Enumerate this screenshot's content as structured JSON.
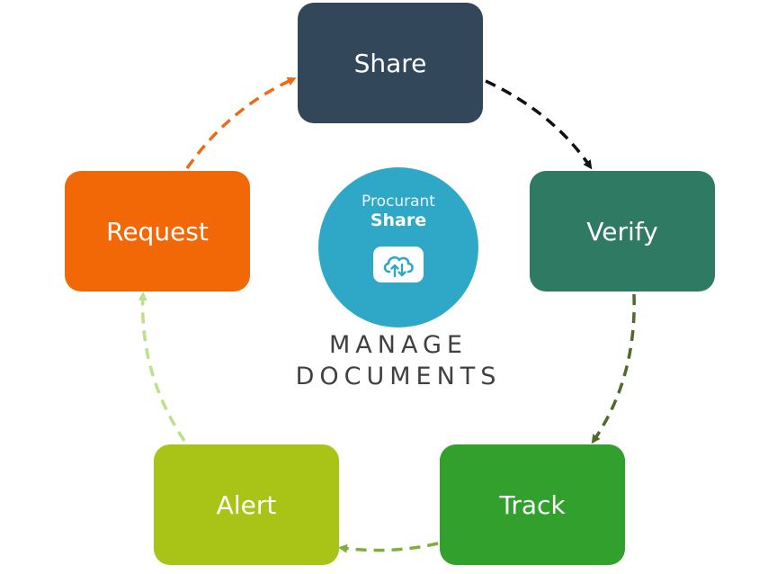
{
  "cycle": {
    "nodes": [
      {
        "id": "share",
        "label": "Share",
        "color": "#33475b"
      },
      {
        "id": "verify",
        "label": "Verify",
        "color": "#2f7a62"
      },
      {
        "id": "track",
        "label": "Track",
        "color": "#31a02c"
      },
      {
        "id": "alert",
        "label": "Alert",
        "color": "#a9c417"
      },
      {
        "id": "request",
        "label": "Request",
        "color": "#f26806"
      }
    ],
    "edges": [
      {
        "from": "share",
        "to": "verify",
        "style": "dashed",
        "color": "#111111"
      },
      {
        "from": "verify",
        "to": "track",
        "style": "dashed",
        "color": "#4f6b2a"
      },
      {
        "from": "track",
        "to": "alert",
        "style": "dashed",
        "color": "#7fae3a"
      },
      {
        "from": "alert",
        "to": "request",
        "style": "dashed",
        "color": "#bde08a"
      },
      {
        "from": "request",
        "to": "share",
        "style": "dashed",
        "color": "#ee6a16"
      }
    ]
  },
  "logo": {
    "brand": "Procurant",
    "product": "Share",
    "icon": "cloud-sync-icon",
    "circle_color": "#2fa7c7"
  },
  "caption": {
    "line1": "MANAGE",
    "line2": "DOCUMENTS"
  }
}
